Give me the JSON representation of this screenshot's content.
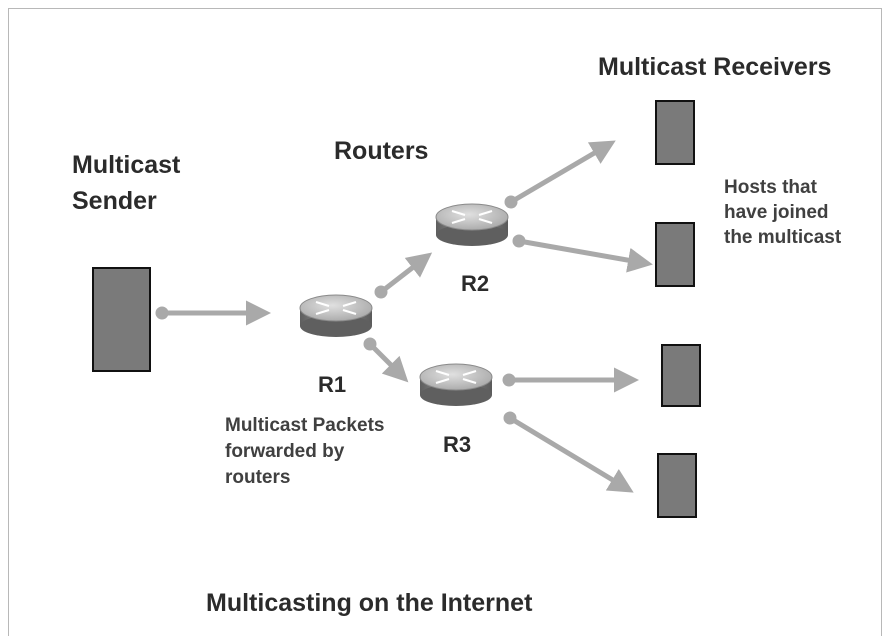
{
  "labels": {
    "receivers_title": "Multicast Receivers",
    "sender_line1": "Multicast",
    "sender_line2": "Sender",
    "routers_title": "Routers",
    "hosts_line1": "Hosts that",
    "hosts_line2": "have joined",
    "hosts_line3": "the multicast",
    "router_r1": "R1",
    "router_r2": "R2",
    "router_r3": "R3",
    "packets_line1": "Multicast Packets",
    "packets_line2": "forwarded by",
    "packets_line3": "routers",
    "caption": "Multicasting on the Internet"
  },
  "colors": {
    "box_fill": "#7a7a7a",
    "arrow": "#a9a9a9",
    "router_body": "#7d7d7d",
    "router_top": "#c4c4c4"
  }
}
